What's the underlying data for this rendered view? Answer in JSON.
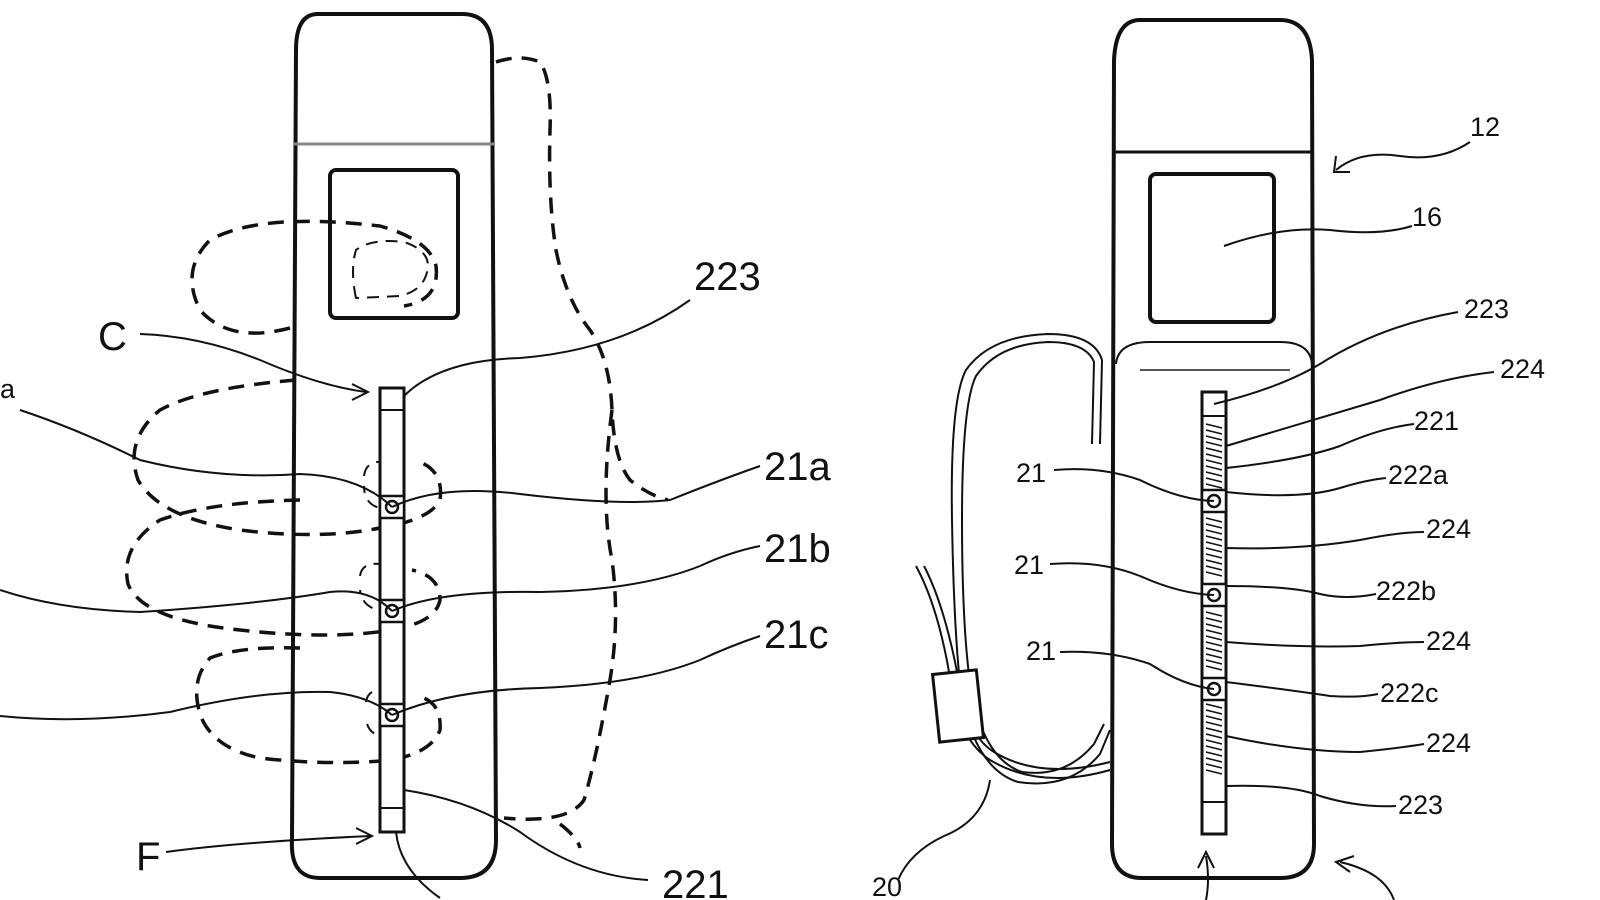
{
  "left_figure": {
    "labels": {
      "223": "223",
      "C": "C",
      "a": "a",
      "21a": "21a",
      "21b": "21b",
      "21c": "21c",
      "F": "F",
      "221": "221"
    }
  },
  "right_figure": {
    "labels": {
      "12": "12",
      "16": "16",
      "223_top": "223",
      "224_1": "224",
      "221": "221",
      "21_1": "21",
      "222a": "222a",
      "224_2": "224",
      "21_2": "21",
      "222b": "222b",
      "224_3": "224",
      "21_3": "21",
      "222c": "222c",
      "224_4": "224",
      "223_bottom": "223",
      "20": "20"
    }
  }
}
